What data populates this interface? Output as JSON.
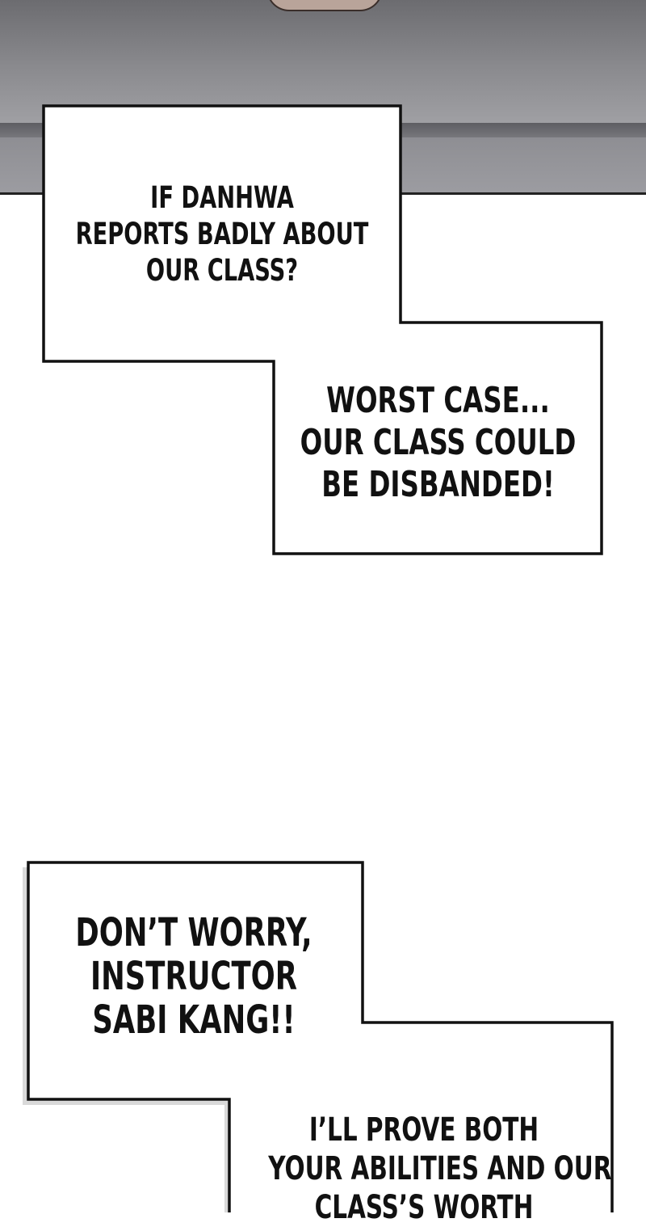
{
  "page": {
    "background": "#ffffff"
  },
  "panel": {
    "description_color": "#8a8a8e"
  },
  "captions": [
    {
      "id": "caption-1",
      "lines": [
        "IF DANHWA",
        "REPORTS BADLY ABOUT",
        "OUR CLASS?"
      ]
    },
    {
      "id": "caption-2",
      "lines": [
        "WORST CASE...",
        "OUR CLASS COULD",
        "BE DISBANDED!"
      ]
    },
    {
      "id": "caption-3",
      "lines": [
        "DON’T WORRY,",
        "INSTRUCTOR",
        "SABI KANG!!"
      ]
    },
    {
      "id": "caption-4",
      "lines": [
        "I’LL PROVE BOTH",
        "YOUR ABILITIES AND OUR",
        "CLASS’S WORTH"
      ]
    }
  ],
  "colors": {
    "box_fill": "#ffffff",
    "box_stroke": "#111111",
    "text": "#111111",
    "shadow": "#d6d6d6"
  }
}
